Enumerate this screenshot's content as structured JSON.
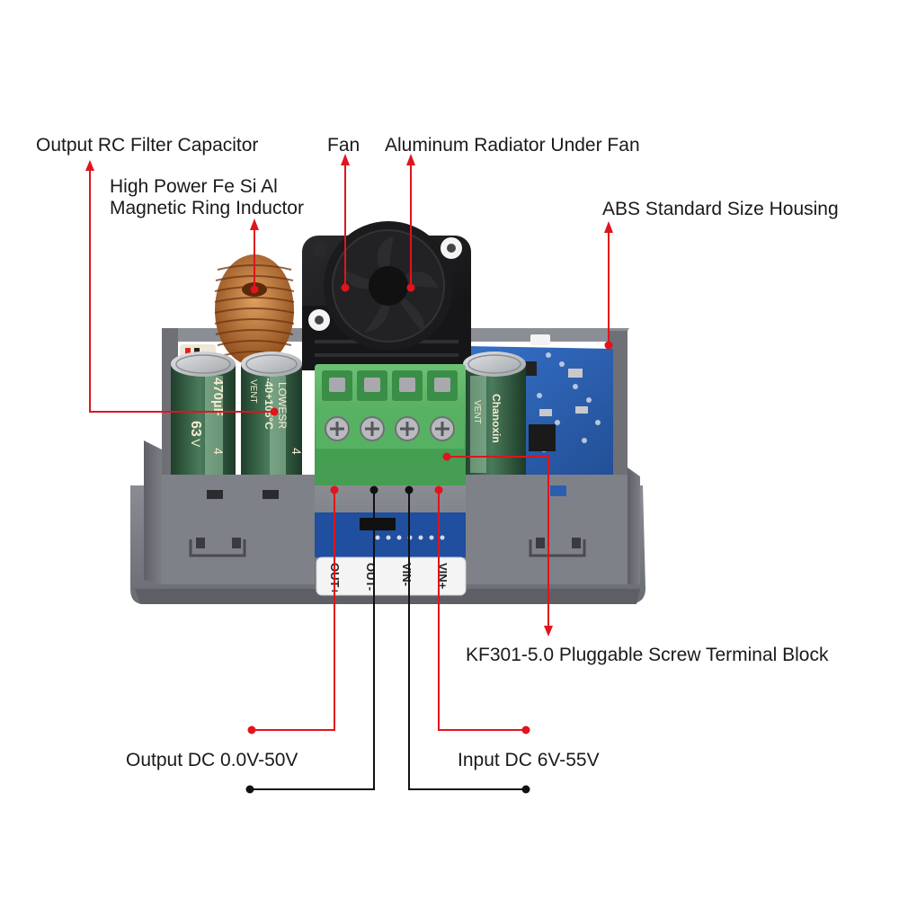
{
  "labels": {
    "output_rc_filter_capacitor": "Output RC Filter Capacitor",
    "fan": "Fan",
    "aluminum_radiator": "Aluminum Radiator Under  Fan",
    "inductor_line1": "High Power Fe Si Al",
    "inductor_line2": "Magnetic Ring Inductor",
    "abs_housing": "ABS Standard Size Housing",
    "terminal_block": "KF301-5.0 Pluggable Screw Terminal Block",
    "output_dc": "Output DC 0.0V-50V",
    "input_dc": "Input DC 6V-55V"
  },
  "terminal_labels": [
    "OUT+",
    "OUT-",
    "VIN-",
    "VIN+"
  ],
  "capacitor_markings": {
    "left": [
      "63",
      "470µF",
      "V",
      "4"
    ],
    "middle": [
      "VENT",
      "-40+105°C",
      "LOWESR",
      "4"
    ],
    "right": [
      "VENT",
      "Chanoxin"
    ]
  },
  "colors": {
    "leader_red": "#e0141c",
    "leader_black": "#111111",
    "housing": "#7d7f86",
    "terminal_green": "#4fa55a",
    "capacitor_green": "#2f5a3e",
    "pcb_blue": "#2b5fb0",
    "copper": "#c47a3c"
  },
  "icons": {
    "fan": "fan-icon",
    "inductor": "coil-icon",
    "capacitor": "capacitor-icon",
    "terminal": "screw-terminal-icon"
  }
}
